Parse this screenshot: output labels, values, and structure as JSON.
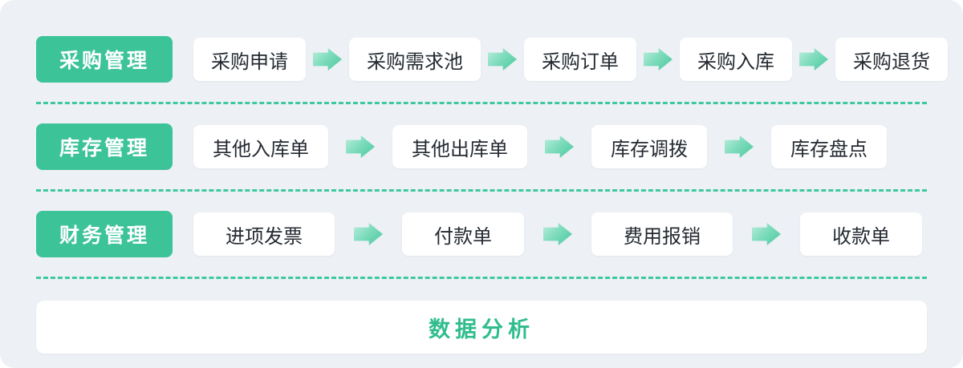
{
  "theme": {
    "accent_green": "#3cc398",
    "dashed_line": "#3fc8a0",
    "arrow_gradient_start": "#bdeedd",
    "arrow_gradient_end": "#49c89c",
    "background": "#edf0f5",
    "card_background": "#ffffff",
    "card_text": "#242a31"
  },
  "rows": [
    {
      "label": "采购管理",
      "items": [
        "采购申请",
        "采购需求池",
        "采购订单",
        "采购入库",
        "采购退货"
      ]
    },
    {
      "label": "库存管理",
      "items": [
        "其他入库单",
        "其他出库单",
        "库存调拨",
        "库存盘点"
      ]
    },
    {
      "label": "财务管理",
      "items": [
        "进项发票",
        "付款单",
        "费用报销",
        "收款单"
      ]
    }
  ],
  "footer": {
    "label": "数据分析"
  }
}
